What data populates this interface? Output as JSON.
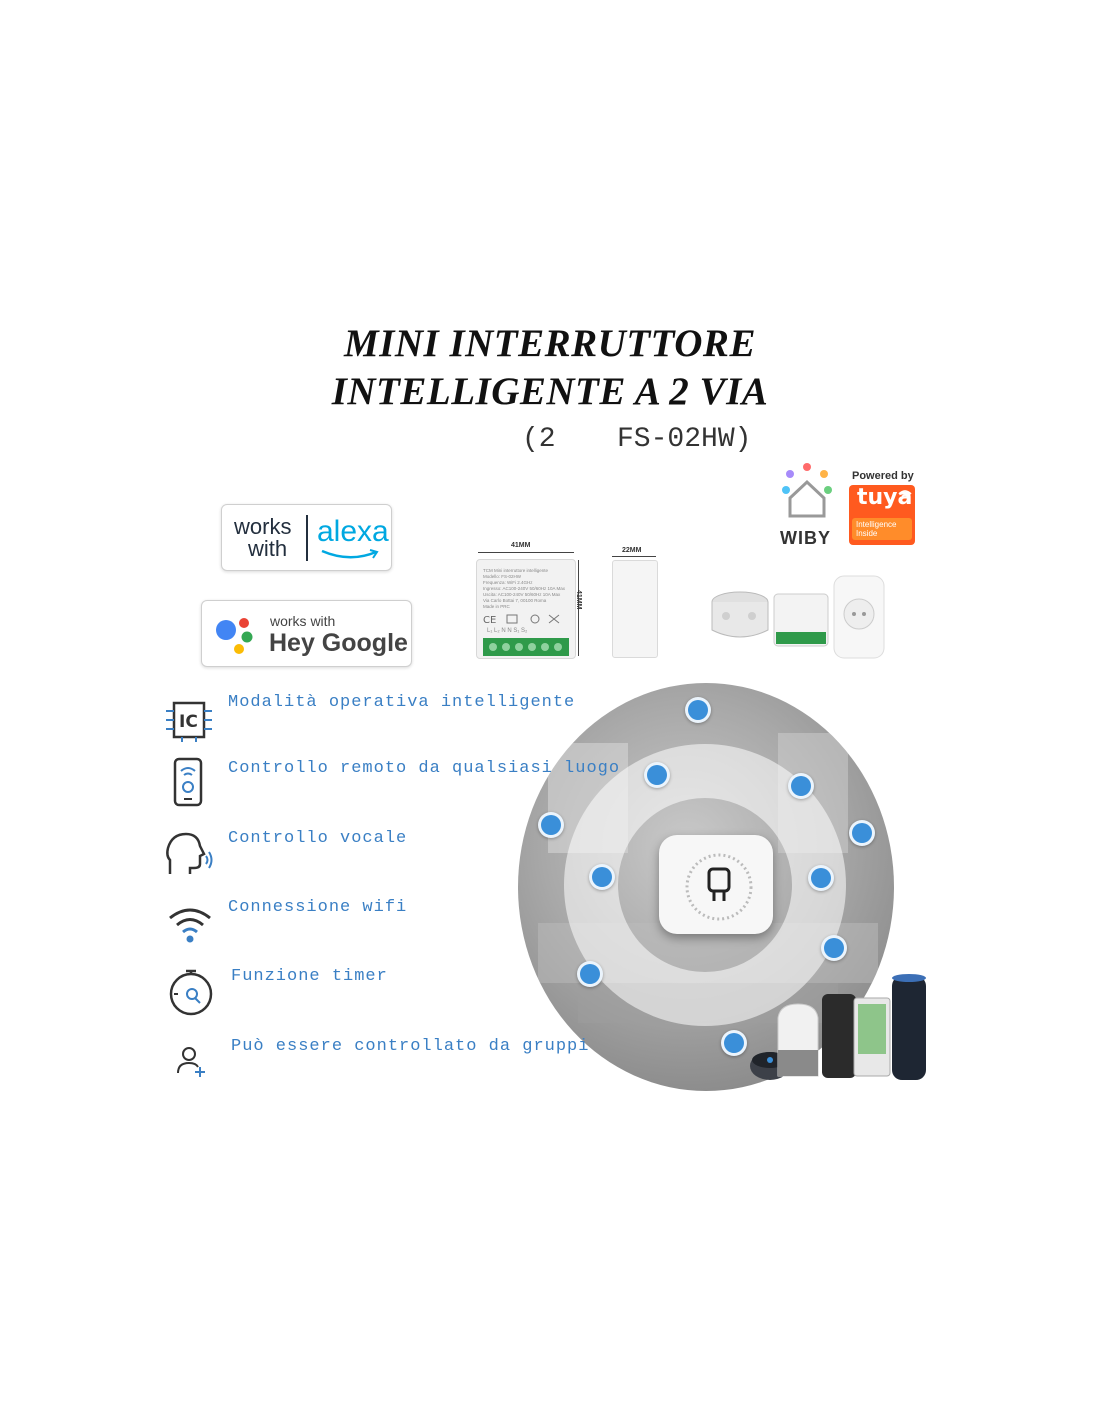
{
  "title": {
    "line1": "MINI INTERRUTTORE",
    "line2": "INTELLIGENTE A 2 VIA",
    "model_a": "(2",
    "model_b": "FS-02HW)"
  },
  "badges": {
    "alexa_works": "works",
    "alexa_with": "with",
    "alexa_brand": "alexa",
    "google_small": "works with",
    "google_big": "Hey Google"
  },
  "logos": {
    "wiby": "WIBY",
    "powered_by": "Powered by",
    "tuya": "tuya",
    "tuya_sub1": "Intelligence",
    "tuya_sub2": "Inside"
  },
  "product": {
    "width_label": "41MM",
    "depth_label": "22MM",
    "height_label": "41MM",
    "front_lines": [
      "TCM Mini interruttore intelligente",
      "Modello: FS-02HW",
      "Frequenza: WiFi 2.4GHz",
      "Ingresso: AC100-240V 50/60Hz 10A Max",
      "Uscita: AC100-240V 50/60Hz 10A Max",
      "Via Carlo Bottai 7, 00100 Roma",
      "Made in PRC"
    ],
    "terminal_labels": "L₁  L₂  N  N  S₁  S₂"
  },
  "features": [
    {
      "icon": "ic-chip-icon",
      "label": "Modalità operativa intelligente"
    },
    {
      "icon": "phone-remote-icon",
      "label": "Controllo remoto da qualsiasi luogo"
    },
    {
      "icon": "voice-head-icon",
      "label": "Controllo vocale"
    },
    {
      "icon": "wifi-icon",
      "label": "Connessione wifi"
    },
    {
      "icon": "timer-icon",
      "label": "Funzione timer"
    },
    {
      "icon": "group-user-icon",
      "label": "Può essere controllato da gruppi"
    }
  ],
  "colors": {
    "feature_text": "#3a7fc4",
    "tuya_orange": "#ff5a1f",
    "alexa_blue": "#00a8e1",
    "app_dot": "#3a8fd9"
  }
}
